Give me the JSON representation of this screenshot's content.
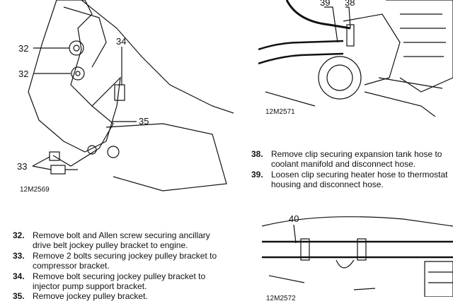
{
  "figures": [
    {
      "caption": "12M2569",
      "callouts": [
        "32",
        "32",
        "34",
        "35",
        "33"
      ]
    },
    {
      "caption": "12M2571",
      "callouts": [
        "39",
        "38"
      ]
    },
    {
      "caption": "12M2572",
      "callouts": [
        "40"
      ]
    }
  ],
  "left_steps": [
    {
      "num": "32.",
      "text": "Remove bolt and Allen screw securing ancillary drive belt jockey pulley bracket to engine."
    },
    {
      "num": "33.",
      "text": "Remove 2 bolts securing jockey pulley bracket to compressor bracket."
    },
    {
      "num": "34.",
      "text": "Remove bolt securing jockey pulley bracket to injector pump support bracket."
    },
    {
      "num": "35.",
      "text": "Remove jockey pulley bracket."
    }
  ],
  "right_steps": [
    {
      "num": "38.",
      "text": "Remove clip securing expansion tank hose to coolant manifold and disconnect hose."
    },
    {
      "num": "39.",
      "text": "Loosen clip securing heater hose to thermostat housing and disconnect hose."
    }
  ]
}
